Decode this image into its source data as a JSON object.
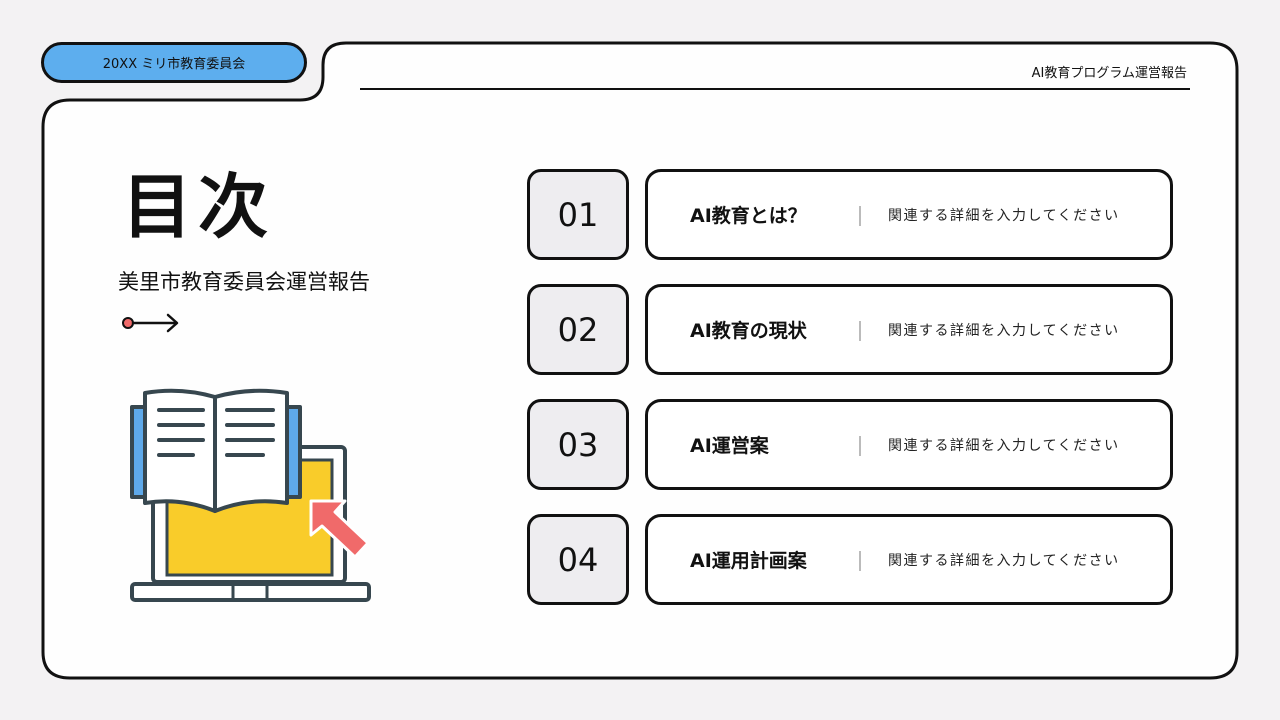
{
  "header": {
    "organization": "20XX ミリ市教育委員会",
    "report_title": "AI教育プログラム運営報告"
  },
  "toc": {
    "heading": "目次",
    "subtitle": "美里市教育委員会運営報告"
  },
  "items": [
    {
      "number": "01",
      "title": "AI教育とは？",
      "description": "関連する詳細を入力してください"
    },
    {
      "number": "02",
      "title": "AI教育の現状",
      "description": "関連する詳細を入力してください"
    },
    {
      "number": "03",
      "title": "AI運営案",
      "description": "関連する詳細を入力してください"
    },
    {
      "number": "04",
      "title": "AI運用計画案",
      "description": "関連する詳細を入力してください"
    }
  ],
  "colors": {
    "badge": "#5daeee",
    "accent_red": "#f06a6a",
    "book_blue": "#5ea9ea",
    "laptop_yellow": "#f9cc2a"
  },
  "icons": [
    "arrow-right-icon",
    "book-laptop-illustration"
  ]
}
